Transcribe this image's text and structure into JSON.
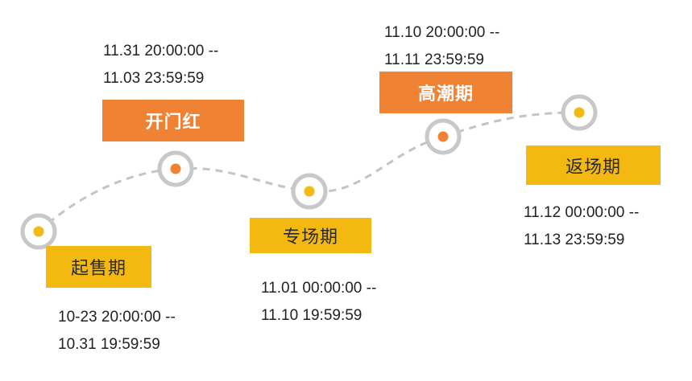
{
  "colors": {
    "yellow": "#F4B910",
    "orange": "#EF8233",
    "ring": "#C8C8C8",
    "dash": "#C4C4C4"
  },
  "phases": [
    {
      "label": "起售期",
      "color": "yellow",
      "start": "10-23 20:00:00 --",
      "end": "10.31 19:59:59"
    },
    {
      "label": "开门红",
      "color": "orange",
      "start": "11.31 20:00:00 --",
      "end": "11.03 23:59:59"
    },
    {
      "label": "专场期",
      "color": "yellow",
      "start": "11.01 00:00:00 --",
      "end": "11.10 19:59:59"
    },
    {
      "label": "高潮期",
      "color": "orange",
      "start": "11.10 20:00:00 --",
      "end": "11.11 23:59:59"
    },
    {
      "label": "返场期",
      "color": "yellow",
      "start": "11.12 00:00:00 --",
      "end": "11.13 23:59:59"
    }
  ]
}
